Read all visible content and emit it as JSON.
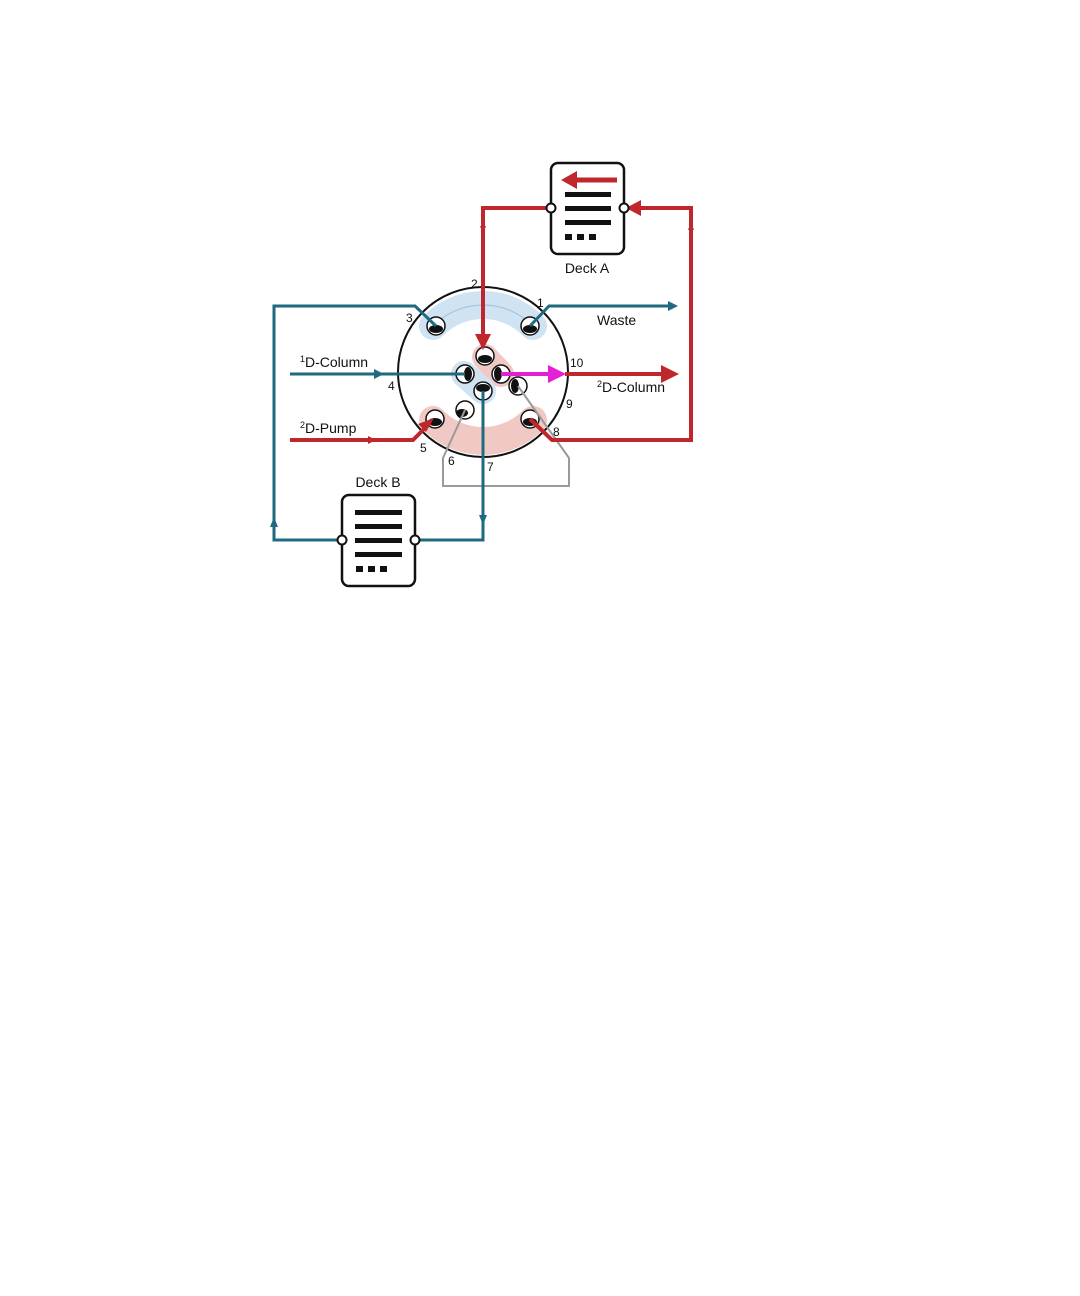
{
  "labels": {
    "deck_a": "Deck A",
    "deck_b": "Deck B",
    "waste": "Waste",
    "first_column_sup": "1",
    "first_column": "D-Column",
    "second_column_sup": "2",
    "second_column": "D-Column",
    "second_pump_sup": "2",
    "second_pump": "D-Pump"
  },
  "ports": [
    "1",
    "2",
    "3",
    "4",
    "5",
    "6",
    "7",
    "8",
    "9",
    "10"
  ],
  "colors": {
    "teal_flow": "#1f6a80",
    "red_flow": "#c0272d",
    "magenta_flow": "#e61fd6",
    "gray_loop": "#9a9a9a",
    "blue_groove": "#cfe3f2",
    "red_groove": "#f0c9c4",
    "outline": "#111111"
  }
}
